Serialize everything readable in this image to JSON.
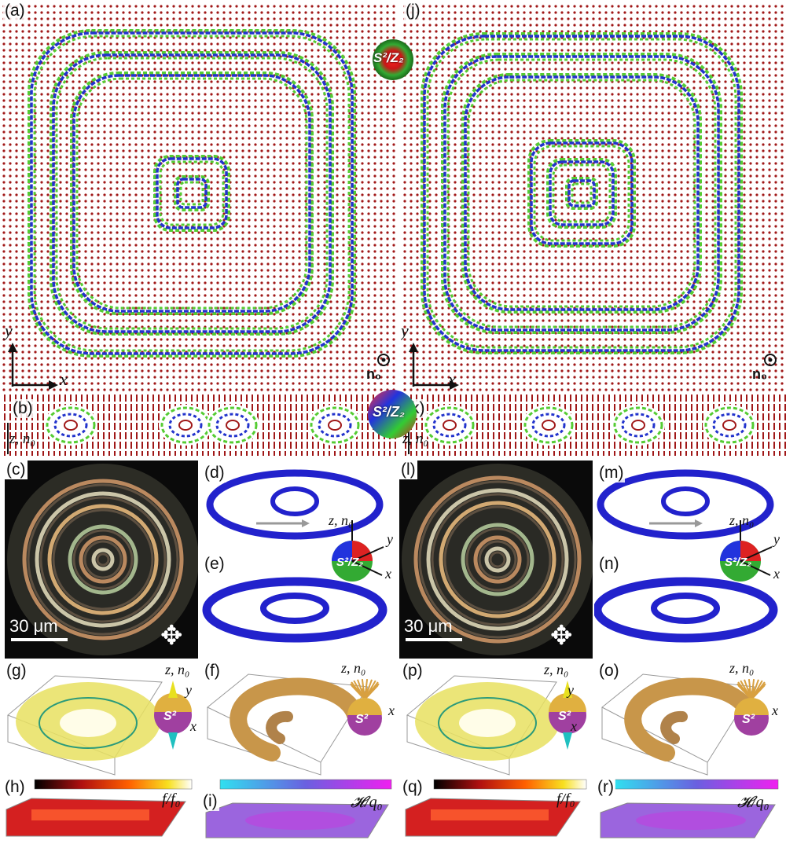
{
  "panel_labels": {
    "a": "(a)",
    "b": "(b)",
    "c": "(c)",
    "d": "(d)",
    "e": "(e)",
    "f": "(f)",
    "g": "(g)",
    "h": "(h)",
    "i": "(i)",
    "j": "(j)",
    "k": "(k)",
    "l": "(l)",
    "m": "(m)",
    "n": "(n)",
    "o": "(o)",
    "p": "(p)",
    "q": "(q)",
    "r": "(r)"
  },
  "axes": {
    "x": "x",
    "y": "y",
    "z": "z",
    "z_n0": "z, n₀",
    "n0": "n₀"
  },
  "sphere_labels": {
    "s2z2": "S²/Z₂",
    "s2": "S²"
  },
  "scale_bar": "30 μm",
  "colorbars": {
    "energy": "f/f₀",
    "helicity": "𝓗/q₀"
  },
  "colors": {
    "director_dot": "#a01818",
    "ring_blue": "#2233cc",
    "ring_green": "#55cc33",
    "pom_background": "#0a0a0a",
    "tube_blue": "#2222cc",
    "tube_gold": "#c8964a",
    "torus_yellow": "#e8e060",
    "purple": "#8a4ad8"
  }
}
